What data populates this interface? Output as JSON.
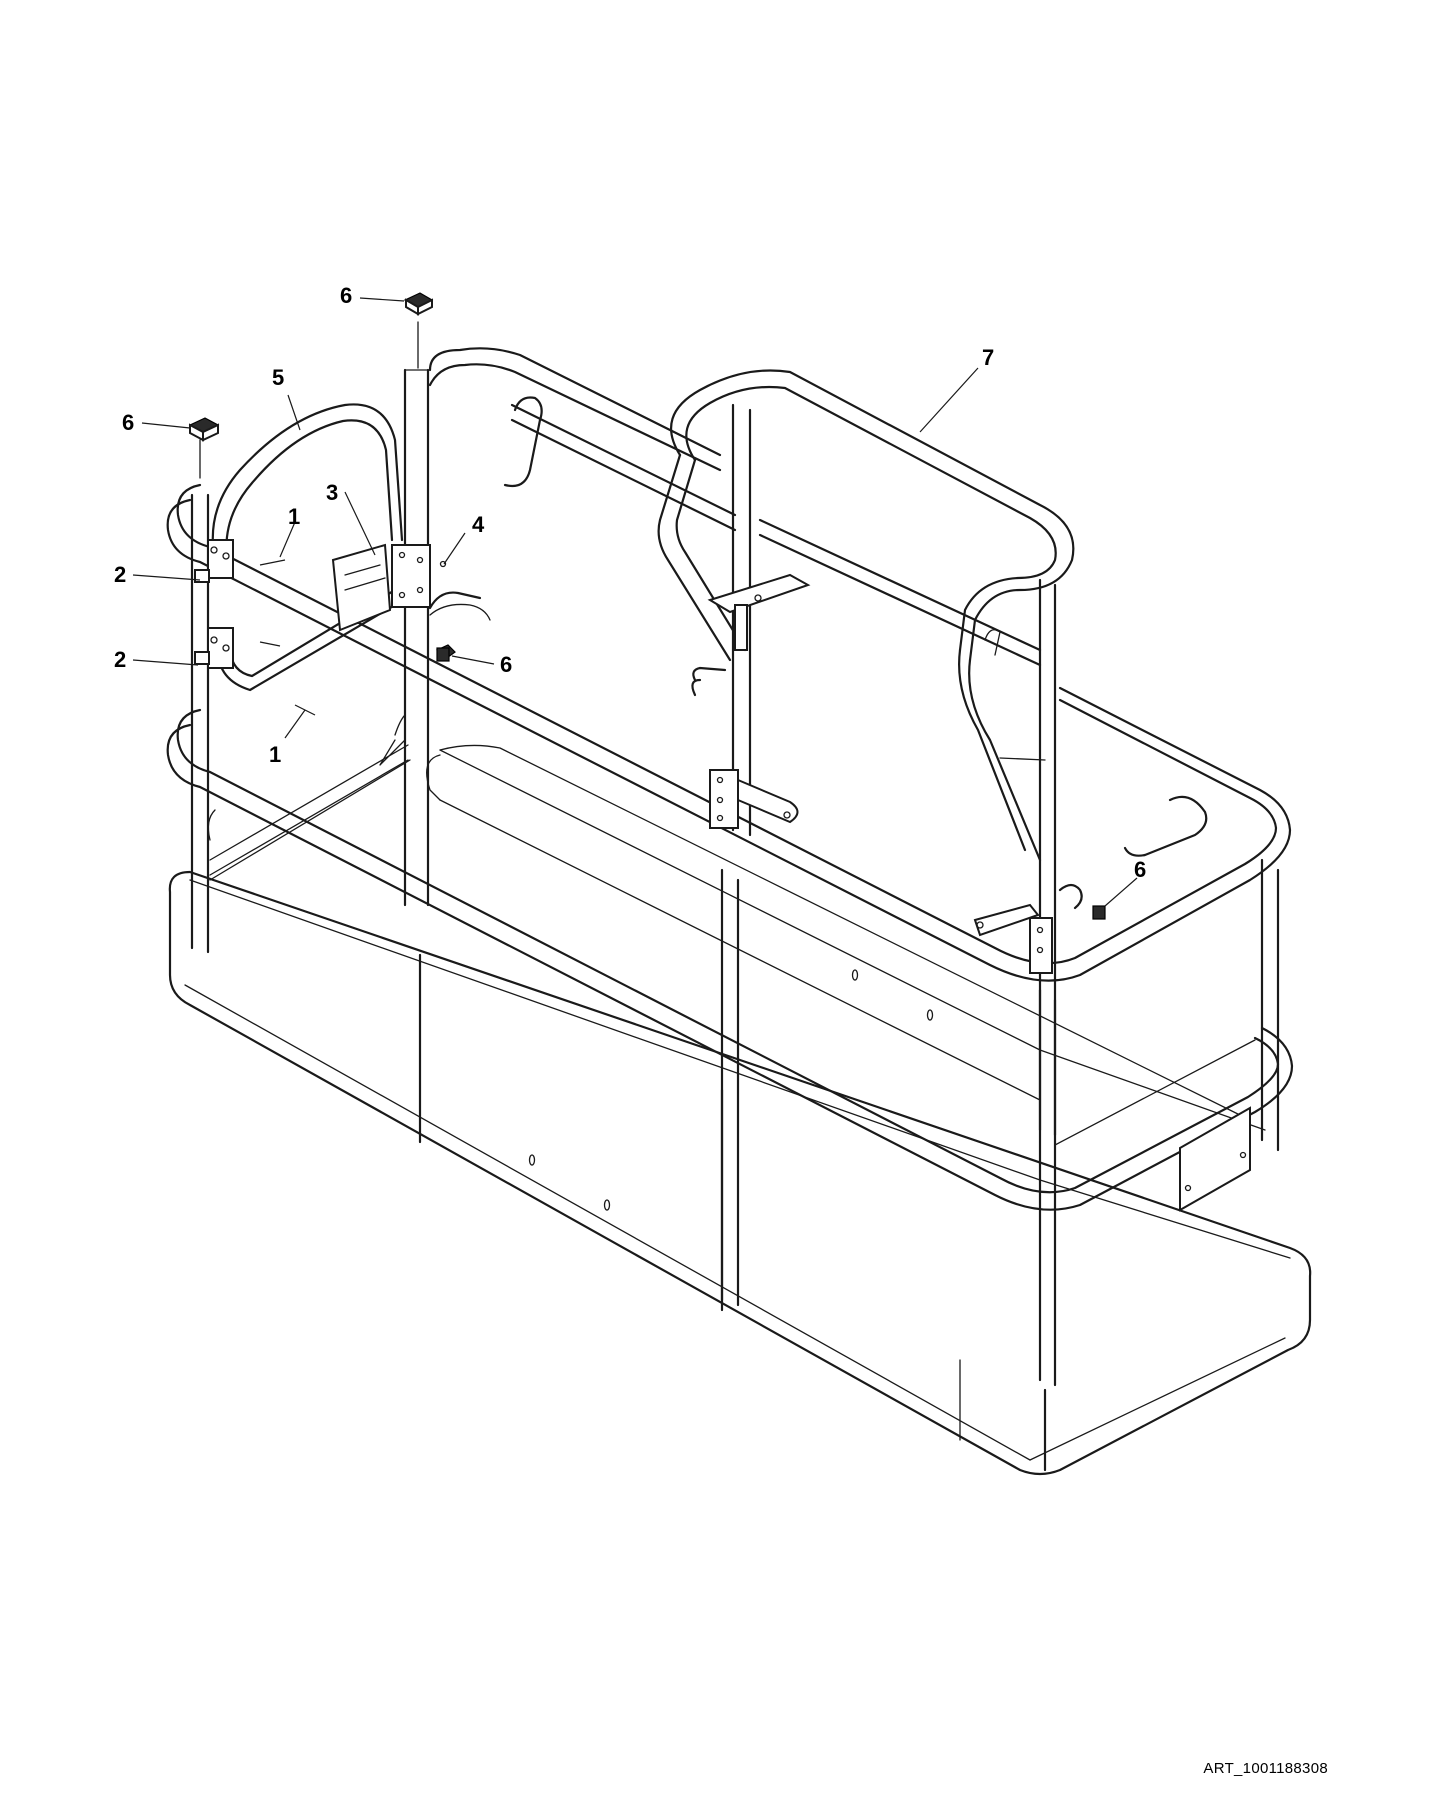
{
  "diagram": {
    "callouts": [
      {
        "id": "callout-6-top",
        "label": "6"
      },
      {
        "id": "callout-6-left",
        "label": "6"
      },
      {
        "id": "callout-5",
        "label": "5"
      },
      {
        "id": "callout-1-upper",
        "label": "1"
      },
      {
        "id": "callout-3",
        "label": "3"
      },
      {
        "id": "callout-4",
        "label": "4"
      },
      {
        "id": "callout-2-upper",
        "label": "2"
      },
      {
        "id": "callout-2-lower",
        "label": "2"
      },
      {
        "id": "callout-6-mid",
        "label": "6"
      },
      {
        "id": "callout-1-lower",
        "label": "1"
      },
      {
        "id": "callout-7",
        "label": "7"
      },
      {
        "id": "callout-6-right",
        "label": "6"
      }
    ]
  },
  "art_id": "ART_1001188308"
}
